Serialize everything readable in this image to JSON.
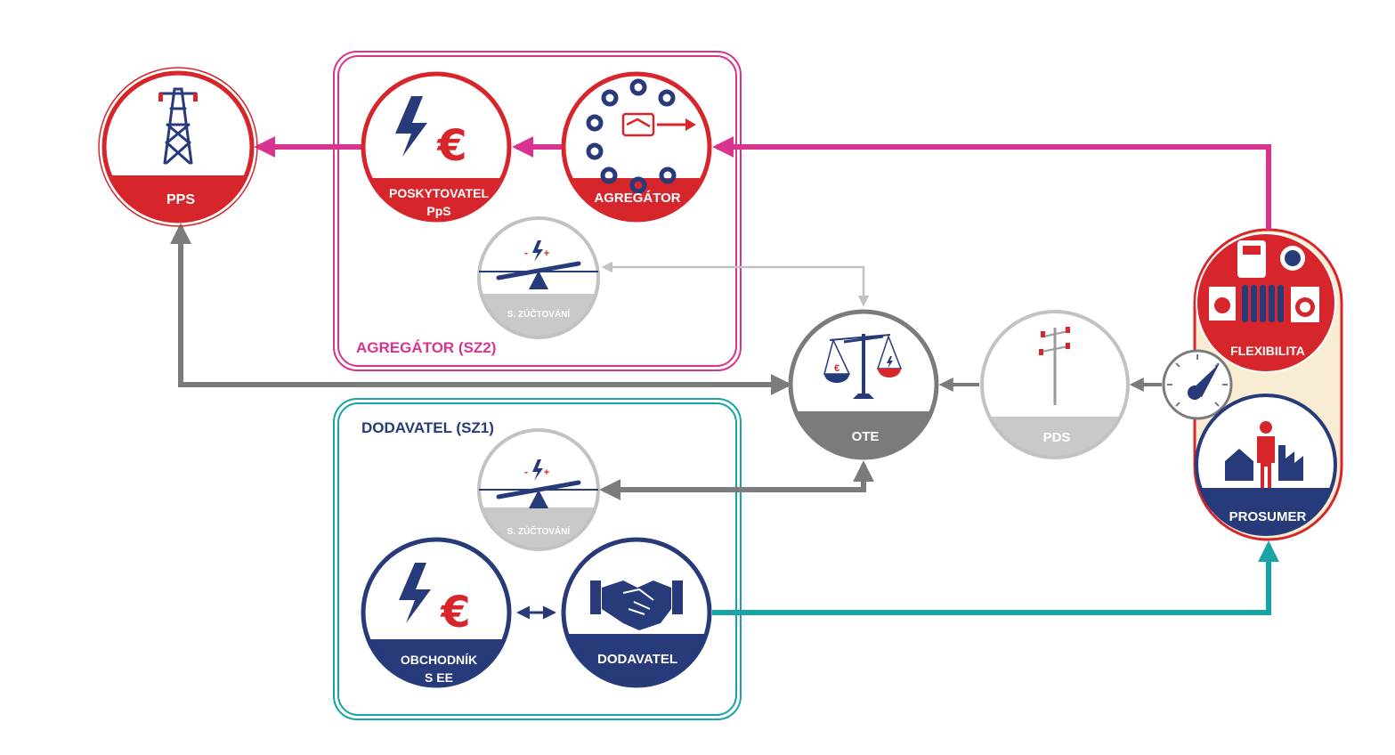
{
  "colors": {
    "red": "#d7262b",
    "navy": "#273a7a",
    "magenta": "#d8348f",
    "teal": "#18a3a6",
    "grey": "#7b7b7b",
    "lightgrey": "#c2c2c2",
    "cream": "#f8ecd3"
  },
  "groups": {
    "agregator": {
      "label": "AGREGÁTOR (SZ2)"
    },
    "dodavatel": {
      "label": "DODAVATEL (SZ1)"
    }
  },
  "nodes": {
    "pps": {
      "label": "PPS",
      "icon": "power-pylon-icon"
    },
    "poskytovatel": {
      "line1": "POSKYTOVATEL",
      "line2": "PpS",
      "icon": "lightning-euro-icon"
    },
    "agregator": {
      "label": "AGREGÁTOR",
      "icon": "handshake-network-icon"
    },
    "szuctovani_top": {
      "label": "S. ZÚČTOVÁNÍ",
      "icon": "seesaw-balance-icon"
    },
    "ote": {
      "label": "OTE",
      "icon": "scales-icon"
    },
    "pds": {
      "label": "PDS",
      "icon": "distribution-pole-icon"
    },
    "flexibilita": {
      "label": "FLEXIBILITA",
      "icon": "appliances-icon"
    },
    "prosumer": {
      "label": "PROSUMER",
      "icon": "prosumer-house-factory-icon"
    },
    "szuctovani_bottom": {
      "label": "S. ZÚČTOVÁNÍ",
      "icon": "seesaw-balance-icon"
    },
    "obchodnik": {
      "line1": "OBCHODNÍK",
      "line2": "S EE",
      "icon": "lightning-euro-icon"
    },
    "dodavatel": {
      "label": "DODAVATEL",
      "icon": "handshake-icon"
    }
  },
  "meter": {
    "icon": "gauge-meter-icon"
  }
}
